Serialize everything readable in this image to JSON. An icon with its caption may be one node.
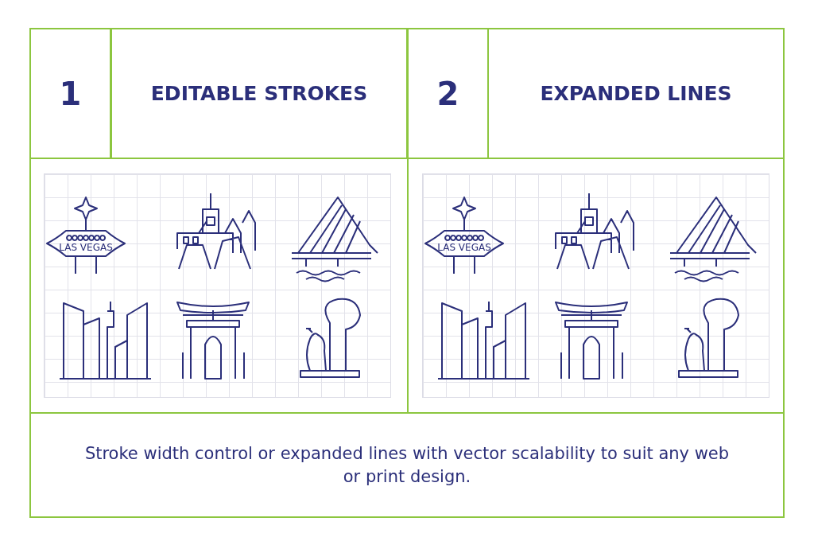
{
  "diagram": {
    "nodes": [
      {
        "text": [
          "1"
        ]
      },
      {
        "text": [
          "EDITABLE STROKES"
        ]
      },
      {
        "text": [
          "2"
        ]
      },
      {
        "text": [
          "EXPANDED LINES"
        ]
      },
      {
        "text": [
          "Stroke width control or expanded lines with vector scalability to suit any web or print design."
        ]
      }
    ],
    "labels": [
      "LAS VEGAS",
      "LAS VEGAS"
    ]
  }
}
